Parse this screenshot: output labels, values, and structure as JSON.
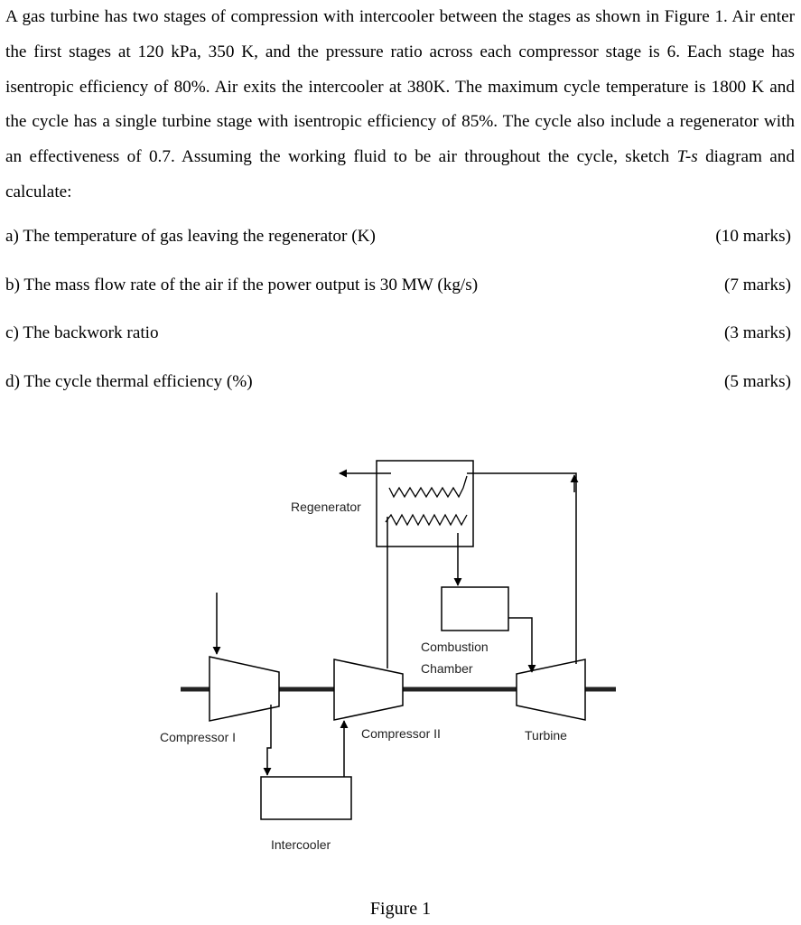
{
  "problem": {
    "intro_part1": "A gas turbine has two stages of compression with intercooler between the stages as shown in Figure 1. Air enter the first stages at 120 kPa, 350 K, and the pressure ratio across each compressor stage is 6. Each stage has isentropic efficiency of 80%. Air exits the intercooler at 380K. The maximum cycle temperature is 1800 K and the cycle has a single turbine stage with isentropic efficiency of 85%. The cycle also include a regenerator with an effectiveness of 0.7. Assuming the working fluid to be air throughout the cycle, sketch ",
    "intro_italic": "T-s",
    "intro_part2": " diagram and calculate:"
  },
  "questions": [
    {
      "text": "a) The temperature of gas leaving the regenerator (K)",
      "marks": "(10 marks)"
    },
    {
      "text": "b) The mass flow rate of the air if the power output is 30 MW (kg/s)",
      "marks": "(7 marks)"
    },
    {
      "text": "c) The backwork ratio",
      "marks": "(3 marks)"
    },
    {
      "text": "d) The cycle thermal efficiency (%)",
      "marks": "(5 marks)"
    }
  ],
  "diagram": {
    "regenerator_label": "Regenerator",
    "combustion_label_line1": "Combustion",
    "combustion_label_line2": "Chamber",
    "compressor1_label": "Compressor I",
    "compressor2_label": "Compressor II",
    "turbine_label": "Turbine",
    "intercooler_label": "Intercooler"
  },
  "figure_caption": "Figure 1"
}
